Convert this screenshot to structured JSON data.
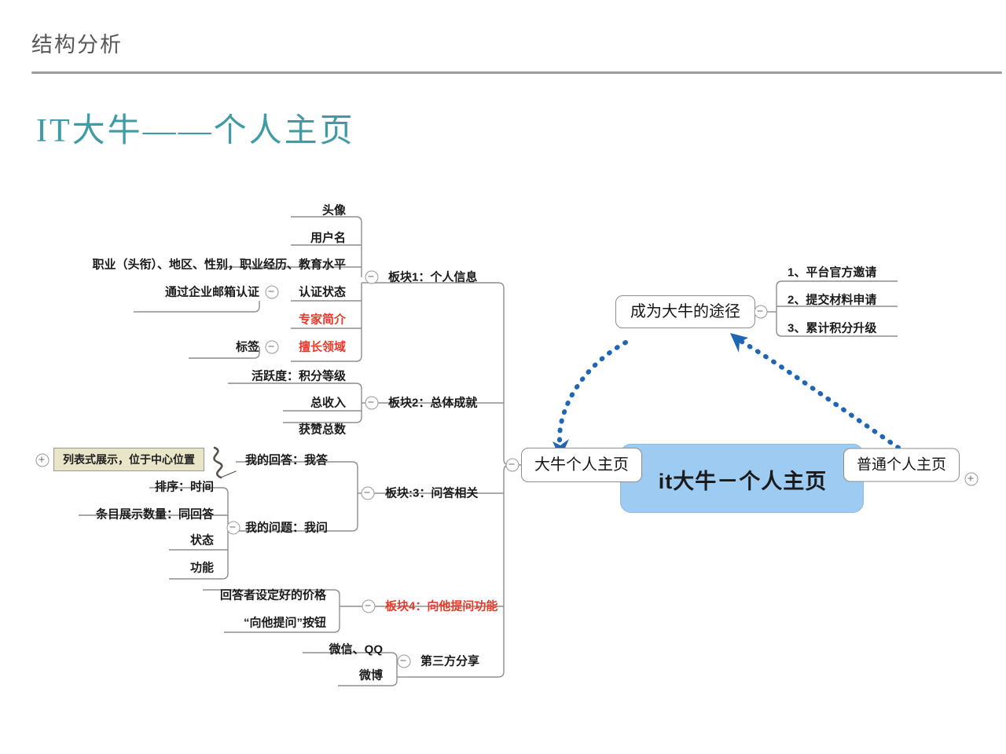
{
  "header": {
    "section_title": "结构分析",
    "slide_title": "IT大牛——个人主页",
    "title_color": "#3f9ba4",
    "rule_color": "#9c9c9c"
  },
  "mindmap": {
    "center": {
      "label": "it大牛－个人主页",
      "fill": "#9dcbf2"
    },
    "left_root": {
      "label": "大牛个人主页",
      "toggle": "minus"
    },
    "right_root": {
      "label": "普通个人主页",
      "toggle": "plus"
    },
    "path_node": {
      "label": "成为大牛的途径",
      "toggle": "minus",
      "children": [
        {
          "label": "1、平台官方邀请"
        },
        {
          "label": "2、提交材料申请"
        },
        {
          "label": "3、累计积分升级"
        }
      ]
    },
    "note": {
      "label": "列表式展示，位于中心位置",
      "toggle": "plus",
      "fill": "#e9e5c8"
    },
    "branches": [
      {
        "label": "板块1：个人信息",
        "toggle": "minus",
        "color": "#1a1a1a",
        "children": [
          {
            "label": "头像"
          },
          {
            "label": "用户名"
          },
          {
            "label": "职业（头衔）、地区、性别，职业经历、教育水平"
          },
          {
            "label": "认证状态",
            "toggle": "minus",
            "children": [
              {
                "label": "通过企业邮箱认证"
              }
            ]
          },
          {
            "label": "专家简介",
            "color": "#e8392a"
          },
          {
            "label": "擅长领域",
            "color": "#e8392a",
            "toggle": "minus",
            "children": [
              {
                "label": "标签"
              }
            ]
          }
        ]
      },
      {
        "label": "板块2：总体成就",
        "toggle": "minus",
        "color": "#1a1a1a",
        "children": [
          {
            "label": "活跃度：积分等级"
          },
          {
            "label": "总收入"
          },
          {
            "label": "获赞总数"
          }
        ]
      },
      {
        "label": "板块:3：问答相关",
        "toggle": "minus",
        "color": "#1a1a1a",
        "children": [
          {
            "label": "我的回答：我答"
          },
          {
            "label": "我的问题：我问",
            "toggle": "minus",
            "children": [
              {
                "label": "排序：时间"
              },
              {
                "label": "条目展示数量：同回答"
              },
              {
                "label": "状态"
              },
              {
                "label": "功能"
              }
            ]
          }
        ]
      },
      {
        "label": "板块4：向他提问功能",
        "toggle": "minus",
        "color": "#e8392a",
        "children": [
          {
            "label": "回答者设定好的价格"
          },
          {
            "label": "“向他提问”按钮"
          }
        ]
      },
      {
        "label": "第三方分享",
        "toggle": "minus",
        "color": "#1a1a1a",
        "children": [
          {
            "label": "微信、QQ"
          },
          {
            "label": "微博"
          }
        ]
      }
    ],
    "arrows": {
      "color": "#1f66b5",
      "left_arrow_label": "",
      "right_arrow_label": ""
    }
  }
}
